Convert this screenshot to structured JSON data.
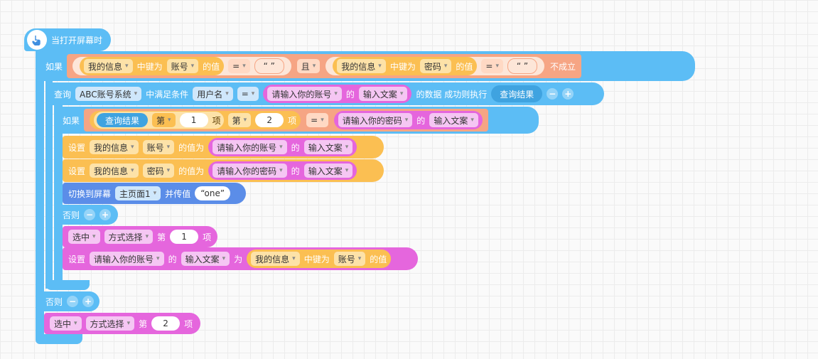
{
  "colors": {
    "control": "#5cbdf5",
    "controlDark": "#3fa3e0",
    "data": "#fbbf52",
    "dataDark": "#f0a82e",
    "component": "#e566dd",
    "compare": "#f6a584",
    "screen": "#5b8de8"
  },
  "event": {
    "label": "当打开屏幕时"
  },
  "if_outer": {
    "keyword": "如果",
    "cond1": {
      "dict": "我的信息",
      "keyis": "中键为",
      "key": "账号",
      "val": "的值",
      "op": "=",
      "text": "“ ”"
    },
    "and": "且",
    "cond2": {
      "dict": "我的信息",
      "keyis": "中键为",
      "key": "密码",
      "val": "的值",
      "op": "=",
      "text": "“ ”"
    },
    "not_true": "不成立"
  },
  "query": {
    "keyword": "查询",
    "table": "ABC账号系统",
    "cond": "中满足条件",
    "field": "用户名",
    "op": "=",
    "comp": "请输入你的账号",
    "of": "的",
    "prop": "输入文案",
    "data_suffix": "的数据 成功则执行",
    "result": "查询结果"
  },
  "if_inner": {
    "keyword": "如果",
    "result": "查询结果",
    "di1": "第",
    "n1": "1",
    "xiang1": "项",
    "di2": "第",
    "n2": "2",
    "xiang2": "项",
    "op": "=",
    "comp": "请输入你的密码",
    "of": "的",
    "prop": "输入文案"
  },
  "set1": {
    "set": "设置",
    "dict": "我的信息",
    "key": "账号",
    "valfor": "的值为",
    "comp": "请输入你的账号",
    "of": "的",
    "prop": "输入文案"
  },
  "set2": {
    "set": "设置",
    "dict": "我的信息",
    "key": "密码",
    "valfor": "的值为",
    "comp": "请输入你的密码",
    "of": "的",
    "prop": "输入文案"
  },
  "switch": {
    "label": "切换到屏幕",
    "screen": "主页面1",
    "pass": "并传值",
    "value": "“one”"
  },
  "else_inner": {
    "label": "否则"
  },
  "select1": {
    "sel": "选中",
    "comp": "方式选择",
    "di": "第",
    "n": "1",
    "xiang": "项"
  },
  "set3": {
    "set": "设置",
    "comp": "请输入你的账号",
    "of": "的",
    "prop": "输入文案",
    "as": "为",
    "dict": "我的信息",
    "keyis": "中键为",
    "key": "账号",
    "val": "的值"
  },
  "else_outer": {
    "label": "否则"
  },
  "select2": {
    "sel": "选中",
    "comp": "方式选择",
    "di": "第",
    "n": "2",
    "xiang": "项"
  }
}
